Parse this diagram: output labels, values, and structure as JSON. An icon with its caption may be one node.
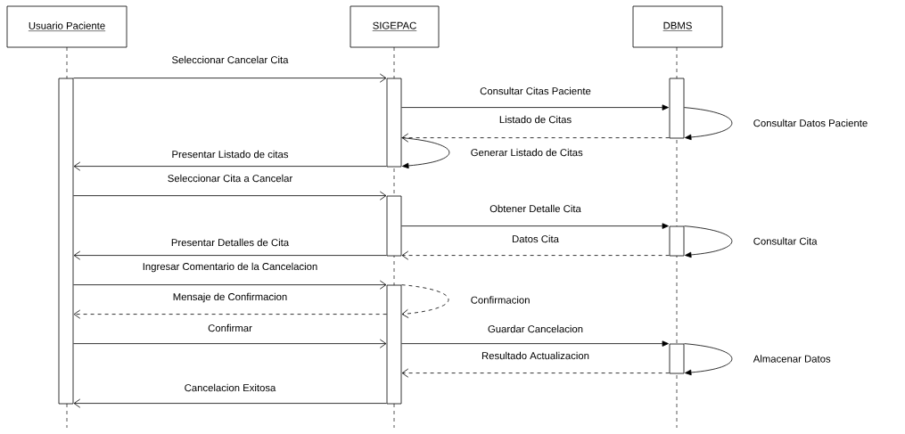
{
  "diagram": {
    "nodes": [
      {
        "text": [
          "Usuario Paciente"
        ]
      },
      {
        "text": [
          "SIGEPAC"
        ]
      },
      {
        "text": [
          "DBMS"
        ]
      },
      {
        "text": [],
        "shape": "bar"
      },
      {
        "text": [],
        "shape": "bar"
      },
      {
        "text": [],
        "shape": "bar"
      },
      {
        "text": [],
        "shape": "bar"
      },
      {
        "text": [],
        "shape": "bar"
      },
      {
        "text": [],
        "shape": "bar"
      },
      {
        "text": [],
        "shape": "bar"
      }
    ],
    "edges": [
      {
        "from": 3,
        "to": 4,
        "arrow": "to",
        "label": "Seleccionar Cancelar Cita"
      },
      {
        "from": 4,
        "to": 7,
        "arrow": "to",
        "label": "Consultar Citas Paciente"
      },
      {
        "from": 7,
        "to": 7,
        "arrow": "to",
        "label": "Consultar Datos Paciente"
      },
      {
        "from": 7,
        "to": 4,
        "arrow": "to",
        "label": "Listado de Citas",
        "style": "dashed"
      },
      {
        "from": 4,
        "to": 4,
        "arrow": "to",
        "label": "Generar Listado de Citas"
      },
      {
        "from": 4,
        "to": 3,
        "arrow": "to",
        "label": "Presentar Listado de citas"
      },
      {
        "from": 3,
        "to": 5,
        "arrow": "to",
        "label": "Seleccionar Cita a Cancelar"
      },
      {
        "from": 5,
        "to": 8,
        "arrow": "to",
        "label": "Obtener Detalle Cita"
      },
      {
        "from": 8,
        "to": 8,
        "arrow": "to",
        "label": "Consultar Cita"
      },
      {
        "from": 8,
        "to": 5,
        "arrow": "to",
        "label": "Datos Cita",
        "style": "dashed"
      },
      {
        "from": 5,
        "to": 3,
        "arrow": "to",
        "label": "Presentar Detalles de Cita"
      },
      {
        "from": 3,
        "to": 6,
        "arrow": "to",
        "label": "Ingresar Comentario de la Cancelacion"
      },
      {
        "from": 6,
        "to": 6,
        "arrow": "to",
        "label": "Confirmacion",
        "style": "dashed"
      },
      {
        "from": 6,
        "to": 3,
        "arrow": "to",
        "label": "Mensaje de Confirmacion",
        "style": "dashed"
      },
      {
        "from": 3,
        "to": 6,
        "arrow": "to",
        "label": "Confirmar"
      },
      {
        "from": 6,
        "to": 9,
        "arrow": "to",
        "label": "Guardar Cancelacion"
      },
      {
        "from": 9,
        "to": 9,
        "arrow": "to",
        "label": "Almacenar Datos"
      },
      {
        "from": 9,
        "to": 6,
        "arrow": "to",
        "label": "Resultado Actualizacion",
        "style": "dashed"
      },
      {
        "from": 6,
        "to": 3,
        "arrow": "to",
        "label": "Cancelacion Exitosa"
      }
    ]
  }
}
